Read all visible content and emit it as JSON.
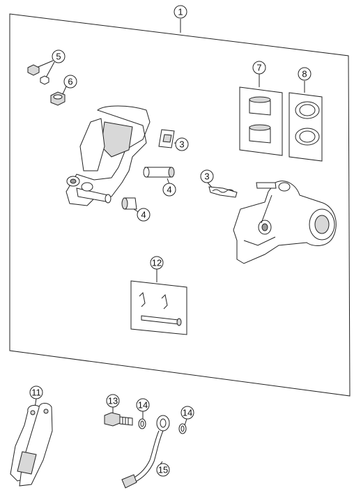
{
  "callouts": [
    {
      "key": "c1",
      "label": "1"
    },
    {
      "key": "c2",
      "label": "3"
    },
    {
      "key": "c3",
      "label": "3"
    },
    {
      "key": "c4",
      "label": "4"
    },
    {
      "key": "c5",
      "label": "4"
    },
    {
      "key": "c6",
      "label": "5"
    },
    {
      "key": "c7",
      "label": "6"
    },
    {
      "key": "c8",
      "label": "7"
    },
    {
      "key": "c9",
      "label": "8"
    },
    {
      "key": "c10",
      "label": "11"
    },
    {
      "key": "c11",
      "label": "12"
    },
    {
      "key": "c12",
      "label": "13"
    },
    {
      "key": "c13",
      "label": "14"
    },
    {
      "key": "c14",
      "label": "14"
    },
    {
      "key": "c15",
      "label": "15"
    }
  ]
}
